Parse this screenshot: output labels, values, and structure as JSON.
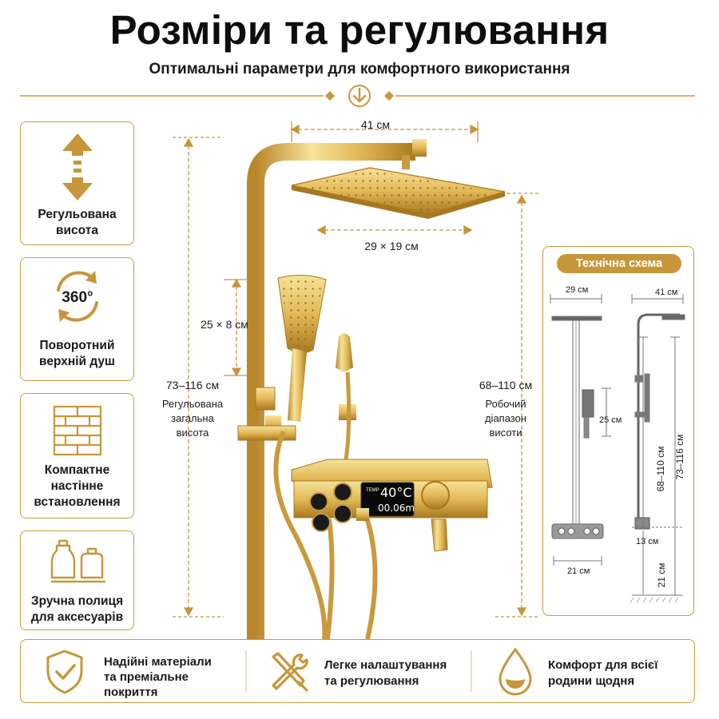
{
  "header": {
    "title": "Розміри та регулювання",
    "subtitle": "Оптимальні параметри для комфортного використання"
  },
  "features": [
    {
      "icon": "up-down-arrow-icon",
      "line1": "Регульована",
      "line2": "висота"
    },
    {
      "icon": "rotation-360-icon",
      "badge": "360°",
      "line1": "Поворотний",
      "line2": "верхній душ"
    },
    {
      "icon": "brick-wall-icon",
      "line1": "Компактне",
      "line2": "настінне",
      "line3": "встановлення"
    },
    {
      "icon": "shelf-bottles-icon",
      "line1": "Зручна полиця",
      "line2": "для аксесуарів"
    }
  ],
  "product": {
    "dims": {
      "width": "41 см",
      "head_size": "29 × 19 см",
      "hand_size": "25 × 8 см",
      "total_value": "73–116 см",
      "total_l1": "Регульована",
      "total_l2": "загальна",
      "total_l3": "висота",
      "range_value": "68–110 см",
      "range_l1": "Робочий",
      "range_l2": "діапазон",
      "range_l3": "висоти"
    },
    "display": {
      "temp_label": "TEMP",
      "temp": "40°C",
      "time": "00.06m"
    }
  },
  "tech": {
    "title": "Технічна схема",
    "front": {
      "head": "29 см",
      "hand": "25 см",
      "panel": "21 см"
    },
    "side": {
      "width": "41 см",
      "range": "68–110 см",
      "total": "73–116 см",
      "depth": "13 см",
      "floor": "21 см"
    }
  },
  "bottom": [
    {
      "icon": "shield-check-icon",
      "line1": "Надійні матеріали",
      "line2": "та преміальне",
      "line3": "покриття"
    },
    {
      "icon": "tools-icon",
      "line1": "Легке налаштування",
      "line2": "та регулювання"
    },
    {
      "icon": "water-drop-icon",
      "line1": "Комфорт для всієї",
      "line2": "родини щодня"
    }
  ],
  "colors": {
    "accent": "#c8963a",
    "gold_light": "#f3dc8c",
    "gold_dark": "#a8781f",
    "text": "#111111"
  }
}
